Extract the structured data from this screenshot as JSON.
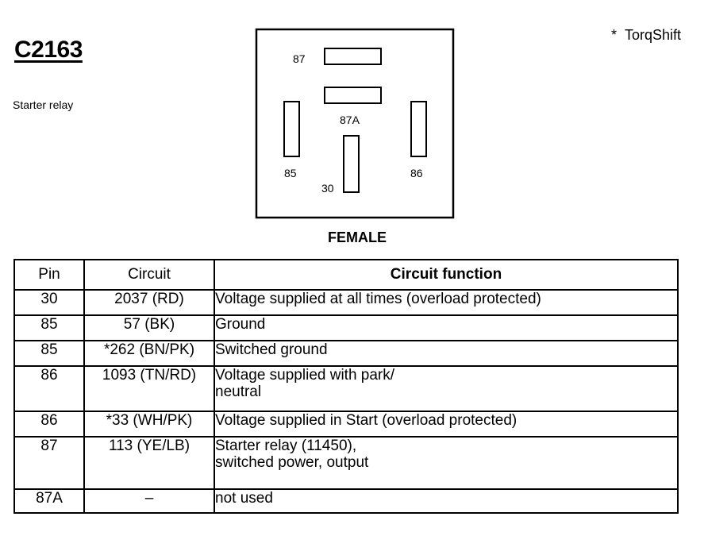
{
  "connector": {
    "id": "C2163",
    "description": "Starter relay",
    "footnote_marker": "*",
    "footnote_text": "TorqShift",
    "gender": "FEMALE",
    "pins": [
      "87",
      "87A",
      "85",
      "86",
      "30"
    ]
  },
  "table": {
    "headers": {
      "pin": "Pin",
      "circuit": "Circuit",
      "function": "Circuit function"
    },
    "rows": [
      {
        "pin": "30",
        "circuit": "2037 (RD)",
        "function": [
          "Voltage supplied at all times (overload protected)"
        ]
      },
      {
        "pin": "85",
        "circuit": "57 (BK)",
        "function": [
          "Ground"
        ]
      },
      {
        "pin": "85",
        "circuit": "*262 (BN/PK)",
        "function": [
          "Switched ground"
        ]
      },
      {
        "pin": "86",
        "circuit": "1093 (TN/RD)",
        "function": [
          "Voltage supplied with park/",
          "neutral"
        ]
      },
      {
        "pin": "86",
        "circuit": "*33 (WH/PK)",
        "function": [
          "Voltage supplied in Start (overload protected)"
        ]
      },
      {
        "pin": "87",
        "circuit": "113 (YE/LB)",
        "function": [
          "Starter relay (11450),",
          "switched power, output"
        ]
      },
      {
        "pin": "87A",
        "circuit": "–",
        "function": [
          "not used"
        ]
      }
    ]
  }
}
